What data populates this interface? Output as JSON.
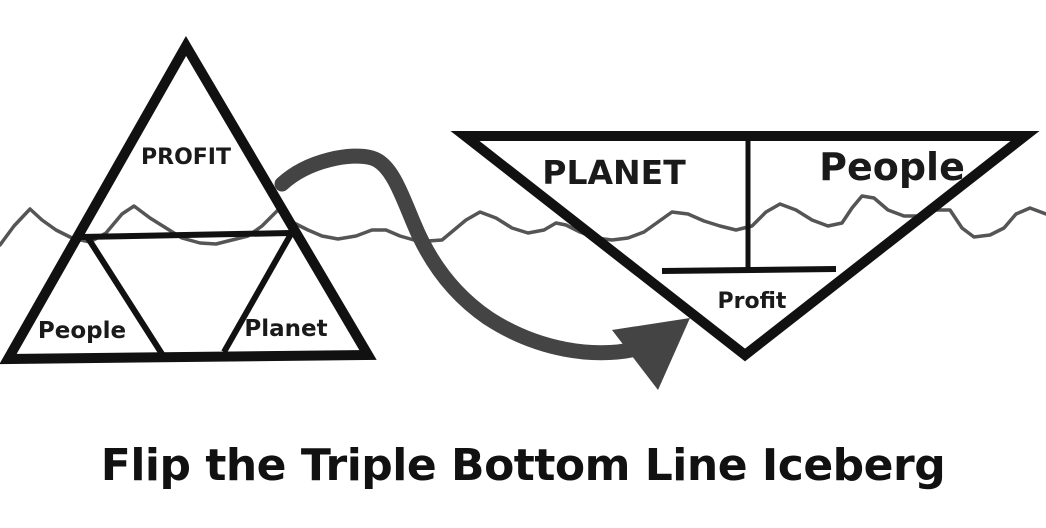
{
  "left_triangle": {
    "top_label": "PROFIT",
    "bottom_left_label": "People",
    "bottom_right_label": "Planet"
  },
  "right_triangle": {
    "top_left_label": "PLANET",
    "top_right_label": "People",
    "bottom_label": "Profit"
  },
  "caption": "Flip the Triple Bottom Line Iceberg",
  "colors": {
    "ink": "#111111",
    "waterline": "#555555",
    "arrow": "#444444",
    "background": "#ffffff"
  }
}
